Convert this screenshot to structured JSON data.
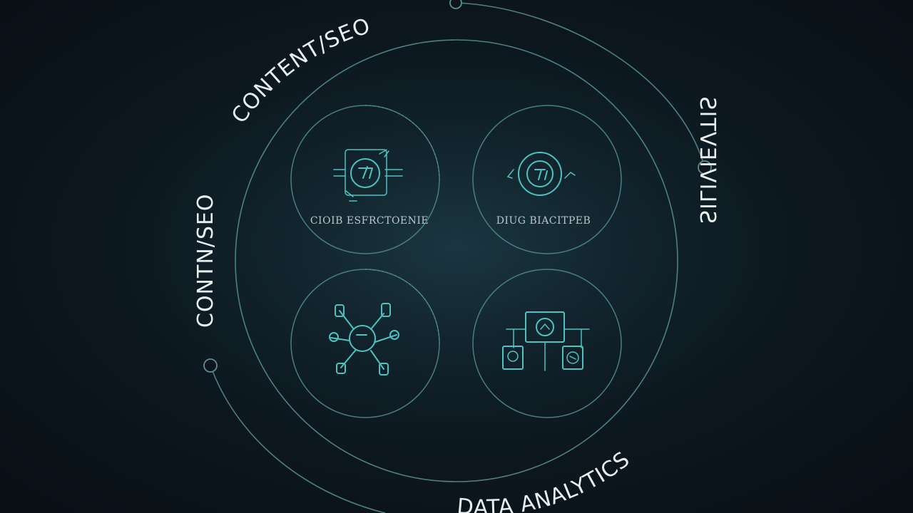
{
  "labels": {
    "top_left": "CONTENT/SEO",
    "left": "CONTN/SEO",
    "right": "SILIVIEVTIS",
    "bottom": "DATA ANALYTICS"
  },
  "nodes": [
    {
      "caption": "CIOIB ESFRCTOENIE",
      "icon": "target-refresh-icon"
    },
    {
      "caption": "DIUG BIACITPEB",
      "icon": "target-cycle-icon"
    },
    {
      "caption": "",
      "icon": "network-hub-icon"
    },
    {
      "caption": "",
      "icon": "analytics-board-icon"
    }
  ],
  "colors": {
    "background": "#0d141b",
    "ring": "#4e7f83",
    "icon": "#4ec2bf",
    "text": "#e6eef0"
  }
}
